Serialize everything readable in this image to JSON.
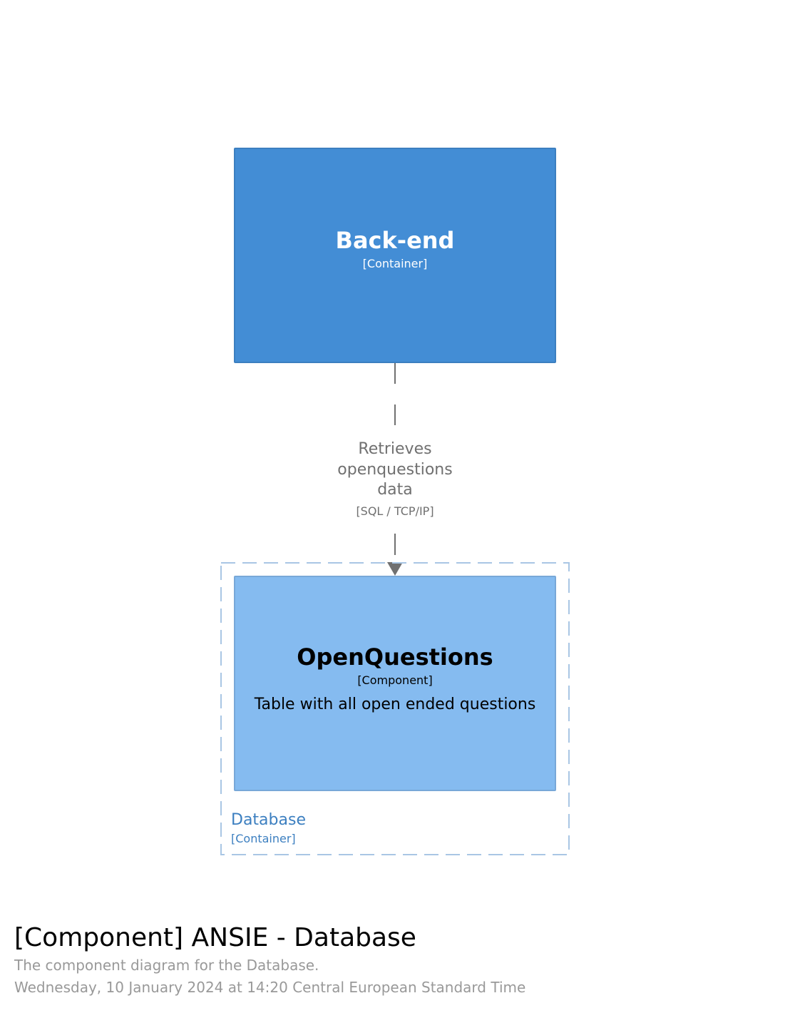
{
  "diagram": {
    "nodes": [
      {
        "id": "backend",
        "name": "Back-end",
        "type": "[Container]",
        "color": "#438dd5"
      },
      {
        "id": "openquestions",
        "name": "OpenQuestions",
        "type": "[Component]",
        "description": "Table with all open ended questions",
        "color": "#85bbf0"
      }
    ],
    "boundary": {
      "name": "Database",
      "type": "[Container]",
      "color": "#3c7fc0"
    },
    "edges": [
      {
        "from": "backend",
        "to": "openquestions",
        "description_lines": [
          "Retrieves",
          "openquestions",
          "data"
        ],
        "technology": "[SQL / TCP/IP]",
        "color": "#707070"
      }
    ]
  },
  "footer": {
    "title": "[Component] ANSIE - Database",
    "description": "The component diagram for the Database.",
    "date": "Wednesday, 10 January 2024 at 14:20 Central European Standard Time"
  }
}
